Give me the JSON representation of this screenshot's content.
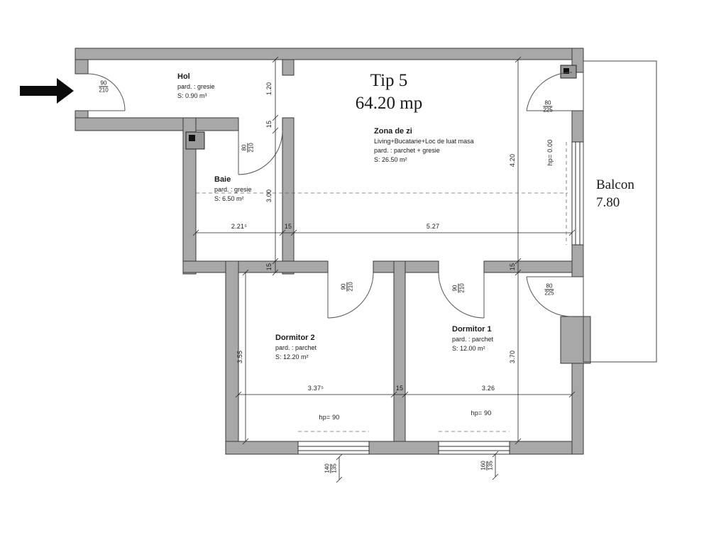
{
  "title": {
    "model": "Tip 5",
    "area_total": "64.20 mp"
  },
  "rooms": {
    "hol": {
      "name": "Hol",
      "floor": "pard. : gresie",
      "area": "S: 0.90 m³"
    },
    "baie": {
      "name": "Baie",
      "floor": "pard. : gresie",
      "area": "S: 6.50 m²"
    },
    "zona_de_zi": {
      "name": "Zona de zi",
      "functions": "Living+Bucatarie+Loc de luat masa",
      "floor": "pard. : parchet + gresie",
      "area": "S: 26.50 m²"
    },
    "dormitor2": {
      "name": "Dormitor 2",
      "floor": "pard. : parchet",
      "area": "S: 12.20 m²"
    },
    "dormitor1": {
      "name": "Dormitor 1",
      "floor": "pard. : parchet",
      "area": "S: 12.00 m²"
    },
    "balcon": {
      "name": "Balcon",
      "area": "7.80"
    }
  },
  "dimensions": {
    "corridor_width": "1.20",
    "wall_a": "15",
    "baie_length": "3.00",
    "wall_b": "15",
    "zona_height": "4.20",
    "wall_c": "15",
    "dormitor1_height": "3.70",
    "dormitor2_height": "3.55",
    "baie_width": "2.21⁵",
    "wall_d": "15",
    "zona_width": "5.27",
    "dormitor2_width": "3.37⁵",
    "wall_e": "15",
    "dormitor1_width": "3.26",
    "parapet_zero": "hp= 0.00",
    "parapet_d2": "hp= 90",
    "parapet_d1": "hp= 90"
  },
  "doors": {
    "entrance": {
      "w": "90",
      "h": "210"
    },
    "baie": {
      "w": "80",
      "h": "210"
    },
    "dormitor2": {
      "w": "90",
      "h": "210"
    },
    "dormitor1": {
      "w": "90",
      "h": "210"
    },
    "balcon_zona": {
      "w": "80",
      "h": "225"
    },
    "balcon_dormitor1": {
      "w": "80",
      "h": "225"
    }
  },
  "windows": {
    "dormitor2": {
      "w": "140",
      "h": "135"
    },
    "dormitor1": {
      "w": "160",
      "h": "135"
    }
  },
  "colors": {
    "wall": "#a8a8a8",
    "line": "#2b2b2b",
    "background": "#ffffff"
  }
}
